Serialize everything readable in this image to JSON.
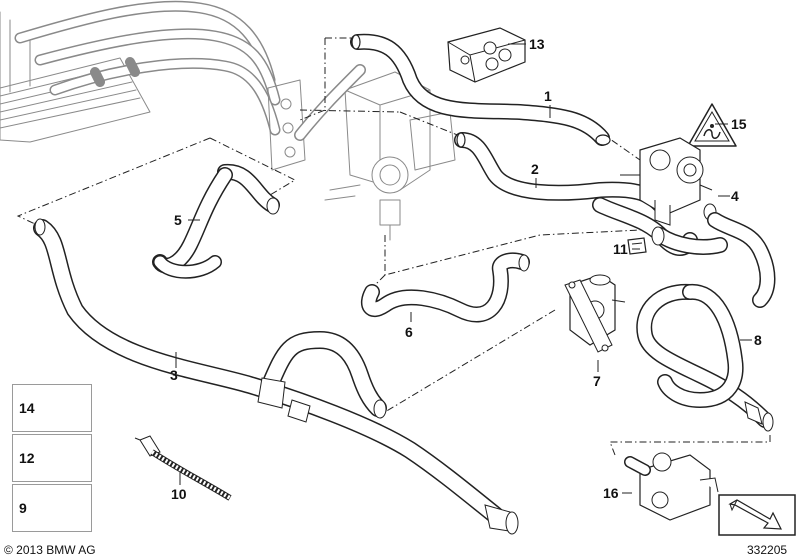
{
  "callouts": {
    "c1": "1",
    "c2": "2",
    "c3": "3",
    "c4": "4",
    "c5": "5",
    "c6": "6",
    "c7": "7",
    "c8": "8",
    "c10": "10",
    "c11": "11",
    "c13": "13",
    "c15": "15",
    "c16": "16"
  },
  "legend": {
    "item14": "14",
    "item12": "12",
    "item9": "9"
  },
  "footer": {
    "copyright": "© 2013 BMW AG",
    "diagram_number": "332205"
  },
  "colors": {
    "line": "#222222",
    "ghost": "#8a8a8a",
    "background": "#ffffff"
  },
  "icons": {
    "direction": "arrow-down-right-icon",
    "warning": "warning-triangle-icon"
  }
}
